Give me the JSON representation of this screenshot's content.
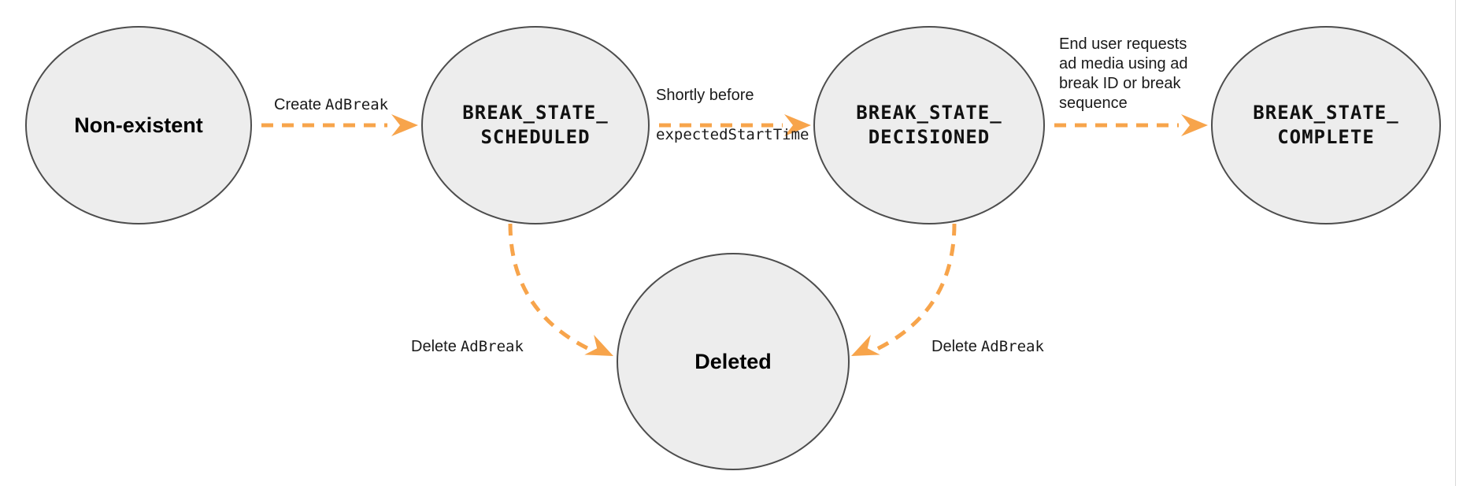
{
  "colors": {
    "arrow_orange": "#F7A44B",
    "node_fill": "#EDEDED",
    "node_border": "#4D4D4D",
    "label_text": "#1A1A1A",
    "page_edge_line": "#D9D9D9"
  },
  "nodes": {
    "non_existent": {
      "label": "Non-existent"
    },
    "scheduled": {
      "label": "BREAK_STATE_\nSCHEDULED"
    },
    "decisioned": {
      "label": "BREAK_STATE_\nDECISIONED"
    },
    "complete": {
      "label": "BREAK_STATE_\nCOMPLETE"
    },
    "deleted": {
      "label": "Deleted"
    }
  },
  "edges": {
    "create": {
      "prefix": "Create",
      "code": "AdBreak"
    },
    "shortly_before": {
      "line1": "Shortly before",
      "code": "expectedStartTime"
    },
    "end_user": {
      "label": "End user requests\nad media using ad\nbreak ID or break\nsequence"
    },
    "delete_left": {
      "prefix": "Delete",
      "code": "AdBreak"
    },
    "delete_right": {
      "prefix": "Delete",
      "code": "AdBreak"
    }
  }
}
